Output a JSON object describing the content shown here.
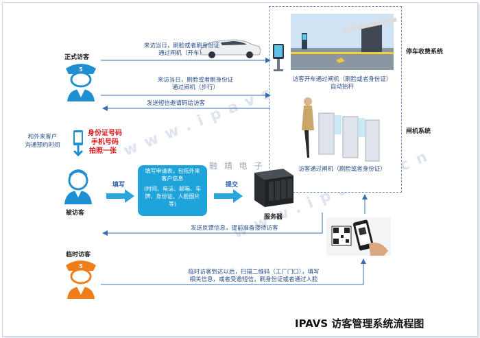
{
  "title": "IPAVS 访客管理系统流程图",
  "watermark": "融 靖 电 子",
  "watermark_sub": "www.ipavs.cn",
  "roles": {
    "formal_visitor": "正式访客",
    "visited": "被访客",
    "temp_visitor": "临时访客"
  },
  "systems": {
    "parking": "停车收费系统",
    "gate": "闸机系统",
    "server": "服务器"
  },
  "captions": {
    "car_gate": "访客开车通过闸机（刷脸或者身份证）",
    "car_gate_2": "自动抬杆",
    "walk_gate": "访客通过闸机（刷脸或者身份证）"
  },
  "flows": {
    "arrive_car_1": "来访当日，刷脸或者刷身份证",
    "arrive_car_2": "通过闸机（开车）",
    "arrive_walk_1": "来访当日，刷脸或者刷身份证",
    "arrive_walk_2": "通过闸机（步行）",
    "sms": "发送短信邀请码给访客",
    "contact_1": "和外来客户",
    "contact_2": "沟通预约时间",
    "fill": "填写",
    "submit": "提交",
    "feedback": "发送反馈信息，提前准备接待访客",
    "temp_1": "临时访客到达以后，扫描二维码（工厂门口），填写",
    "temp_2": "相关信息，或者受邀短信，刷身份证或者通过人脸"
  },
  "id_items": [
    "身份证号码",
    "手机号码",
    "拍照一张"
  ],
  "form": {
    "line1": "填写申请表，包括外来",
    "line2": "客户信息",
    "line3": "(时间、电话、邮箱、车",
    "line4": "牌、身份证、人脸图片",
    "line5": "等)"
  },
  "colors": {
    "arrow": "#3a6cb0",
    "user_blue": "#1e8fd1",
    "user_orange": "#ef7d1a",
    "box": "#1ea3db"
  }
}
